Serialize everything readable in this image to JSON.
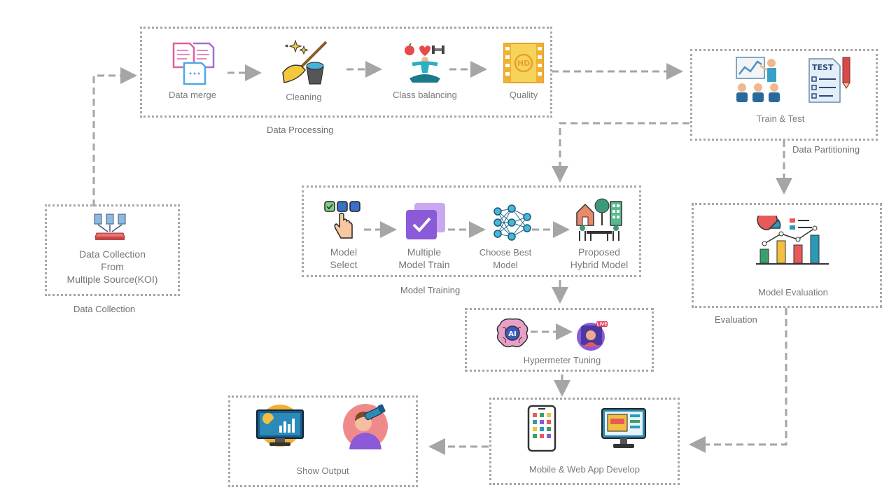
{
  "stages": {
    "collection": {
      "caption": "Data Collection",
      "label_line1": "Data Collection",
      "label_line2": "From",
      "label_line3": "Multiple Source(KOI)"
    },
    "processing": {
      "caption": "Data Processing",
      "steps": [
        "Data merge",
        "Cleaning",
        "Class balancing",
        "Quality"
      ]
    },
    "partitioning": {
      "caption": "Data Partitioning",
      "label": "Train & Test"
    },
    "training": {
      "caption": "Model Training",
      "steps": [
        {
          "line1": "Model",
          "line2": "Select"
        },
        {
          "line1": "Multiple",
          "line2": "Model Train"
        },
        {
          "line1": "Choose Best",
          "line2": "Model"
        },
        {
          "line1": "Proposed",
          "line2": "Hybrid Model"
        }
      ]
    },
    "tuning": {
      "label": "Hypermeter Tuning"
    },
    "evaluation": {
      "caption": "Evaluation",
      "label": "Model Evaluation"
    },
    "app": {
      "label": "Mobile & Web App Develop"
    },
    "output": {
      "label": "Show Output"
    }
  },
  "icons": [
    "documents-icon",
    "broom-bucket-icon",
    "yoga-balance-icon",
    "hd-film-icon",
    "presentation-icon",
    "test-sheet-icon",
    "database-icon",
    "checkbox-hand-icon",
    "checked-layers-icon",
    "neural-network-icon",
    "city-buildings-icon",
    "ai-brain-icon",
    "live-stream-icon",
    "chart-evaluation-icon",
    "mobile-phone-icon",
    "web-monitor-icon",
    "dashboard-monitor-icon",
    "explorer-telescope-icon"
  ],
  "colors": {
    "border": "#a7a7a7",
    "arrow": "#a5a5a5",
    "text": "#6f6f6f"
  }
}
